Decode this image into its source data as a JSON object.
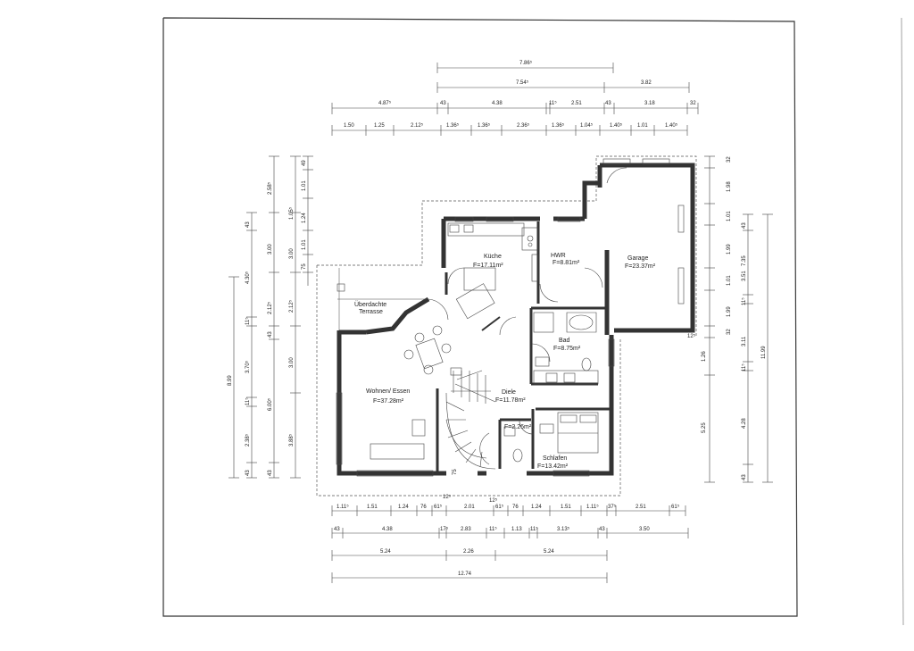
{
  "rooms": {
    "kueche": {
      "name": "Küche",
      "area": "F=17.11m²"
    },
    "hwr": {
      "name": "HWR",
      "area": "F=8.81m²"
    },
    "garage": {
      "name": "Garage",
      "area": "F=23.37m²"
    },
    "terrasse": {
      "line1": "Überdachte",
      "line2": "Terrasse"
    },
    "wohnen": {
      "name": "Wohnen/ Essen",
      "area": "F=37.28m²"
    },
    "bad": {
      "name": "Bad",
      "area": "F=8.75m²"
    },
    "diele": {
      "name": "Diele",
      "area": "F=11.78m²"
    },
    "wc": {
      "area": "F=2.26m²"
    },
    "schlafen": {
      "name": "Schlafen",
      "area": "F=13.42m²"
    }
  },
  "dims_top": {
    "row1": [
      "7.86⁵"
    ],
    "row2": [
      "7.54⁵",
      "3.82"
    ],
    "row3": [
      "4.87⁵",
      "43",
      "4.38",
      "11⁵",
      "2.51",
      "43",
      "3.18",
      "32"
    ],
    "row4": [
      "1.50",
      "1.25",
      "2.12⁵",
      "1.36⁵",
      "1.36⁵",
      "2.36⁵",
      "1.36⁵",
      "1.04⁵",
      "1.40⁵",
      "1.01",
      "1.40⁵"
    ]
  },
  "dims_bottom": {
    "row1": [
      "1.11⁵",
      "1.51",
      "1.24",
      "76",
      "61⁵",
      "2.01",
      "61⁵",
      "76",
      "1.24",
      "1.51",
      "1.11⁵",
      "37⁵",
      "2.51",
      "61⁵"
    ],
    "row2": [
      "43",
      "4.38",
      "17⁵",
      "2.83",
      "11⁵",
      "1.13",
      "11⁵",
      "3.13⁵",
      "43",
      "3.50"
    ],
    "row3": [
      "5.24",
      "2.26",
      "5.24"
    ],
    "row4": [
      "12.74"
    ],
    "marks": [
      "12⁵",
      "12⁵"
    ]
  },
  "dims_left": {
    "col1": [
      "8.99"
    ],
    "col2": [
      "43",
      "4.30⁵",
      "11⁵",
      "3.70⁵",
      "11⁵",
      "2.38⁵",
      "43"
    ],
    "col3": [
      "2.58⁵",
      "3.00",
      "2.12⁵",
      "43",
      "6.00⁵",
      "43"
    ],
    "col4": [
      "1.05⁵",
      "3.00",
      "2.12⁵",
      "3.00",
      "3.88⁵"
    ],
    "col5": [
      "49",
      "1.01",
      "1.24",
      "1.01",
      "75"
    ]
  },
  "dims_right": {
    "col1": [
      "32",
      "1.98",
      "1.01",
      "1.99",
      "1.01",
      "1.99",
      "32"
    ],
    "col2": [
      "1.26",
      "5.25"
    ],
    "col3": [
      "43",
      "7.35",
      "3.51",
      "11⁵",
      "3.11",
      "11⁵",
      "4.28",
      "43"
    ],
    "col4": [
      "11.99"
    ],
    "mark": "12⁵"
  },
  "misc": {
    "stair_width": "75"
  }
}
